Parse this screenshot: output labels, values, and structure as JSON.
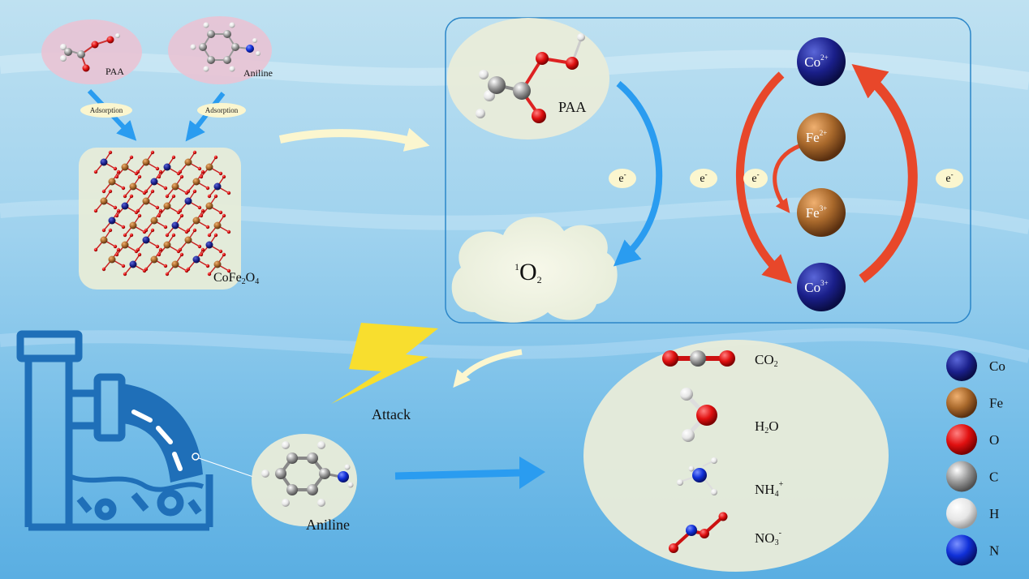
{
  "labels": {
    "paa_small": "PAA",
    "aniline_small": "Aniline",
    "adsorption_left": "Adsorption",
    "adsorption_right": "Adsorption",
    "cofe2o4_main": "CoFe",
    "cofe2o4_sub1": "2",
    "cofe2o4_o": "O",
    "cofe2o4_sub2": "4",
    "paa_large": "PAA",
    "singlet_sup": "1",
    "singlet_o": "O",
    "singlet_sub": "2",
    "co2_top": "Co",
    "co2_top_sup": "2+",
    "fe2": "Fe",
    "fe2_sup": "2+",
    "fe3": "Fe",
    "fe3_sup": "3+",
    "co3": "Co",
    "co3_sup": "3+",
    "electron1": "e",
    "electron2": "e",
    "electron3": "e",
    "electron4": "e",
    "electron_sup": "-",
    "attack": "Attack",
    "aniline_bottom": "Aniline",
    "prod_co2_main": "CO",
    "prod_co2_sub": "2",
    "prod_h2o_h": "H",
    "prod_h2o_sub": "2",
    "prod_h2o_o": "O",
    "prod_nh4_main": "NH",
    "prod_nh4_sub": "4",
    "prod_nh4_sup": "+",
    "prod_no3_main": "NO",
    "prod_no3_sub": "3",
    "prod_no3_sup": "-"
  },
  "legend": [
    {
      "symbol": "Co",
      "color": "#1a1f8a"
    },
    {
      "symbol": "Fe",
      "color": "#a9692c"
    },
    {
      "symbol": "O",
      "color": "#e01010"
    },
    {
      "symbol": "C",
      "color": "#9a9a9a"
    },
    {
      "symbol": "H",
      "color": "#e6e6e6"
    },
    {
      "symbol": "N",
      "color": "#1030d8"
    }
  ],
  "colors": {
    "blue_arrow": "#2a9cf0",
    "red_arrow": "#e8472a",
    "cream": "#fbf6cf",
    "panel_border": "#2b86c8",
    "factory": "#1f6fb8"
  }
}
